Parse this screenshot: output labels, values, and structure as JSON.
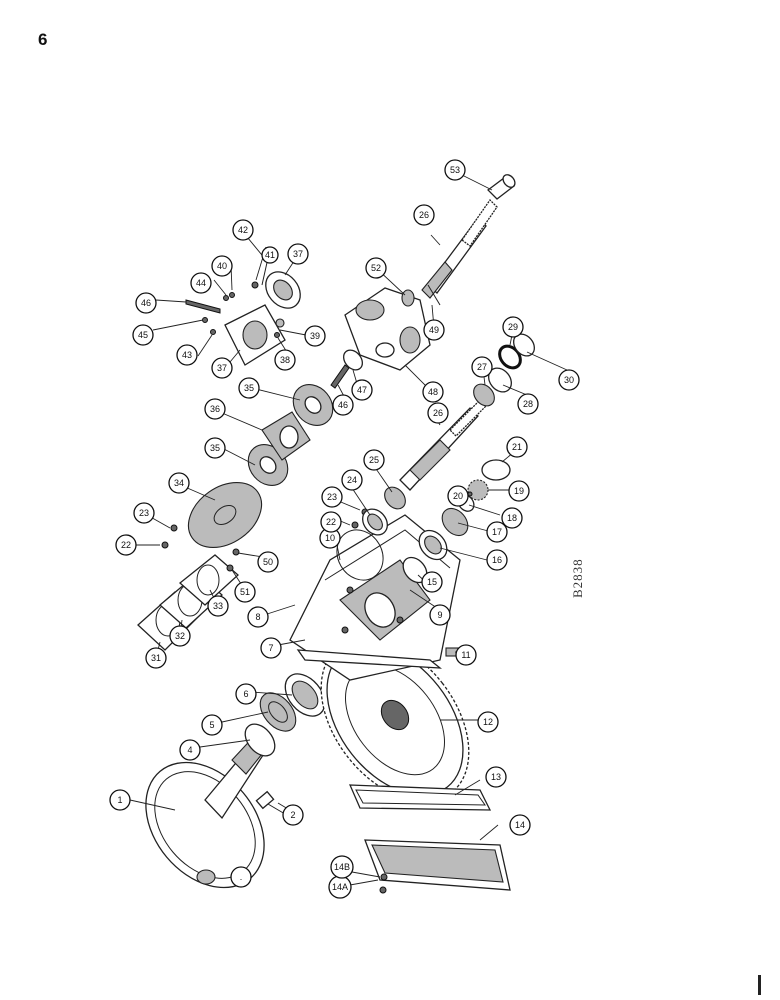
{
  "page": {
    "number": "6",
    "figure_code": "B2838"
  },
  "callouts": [
    "1",
    "2",
    "4",
    "5",
    "6",
    "7",
    "8",
    "9",
    "10",
    "11",
    "12",
    "13",
    "14",
    "14A",
    "14B",
    "15",
    "16",
    "17",
    "18",
    "19",
    "20",
    "21",
    "22",
    "22",
    "23",
    "23",
    "24",
    "25",
    "26",
    "26",
    "27",
    "28",
    "29",
    "30",
    "31",
    "32",
    "33",
    "34",
    "35",
    "35",
    "36",
    "37",
    "37",
    "38",
    "39",
    "40",
    "41",
    "42",
    "43",
    "44",
    "45",
    "46",
    "46",
    "47",
    "48",
    "49",
    "50",
    "51",
    "52",
    "53",
    "."
  ]
}
